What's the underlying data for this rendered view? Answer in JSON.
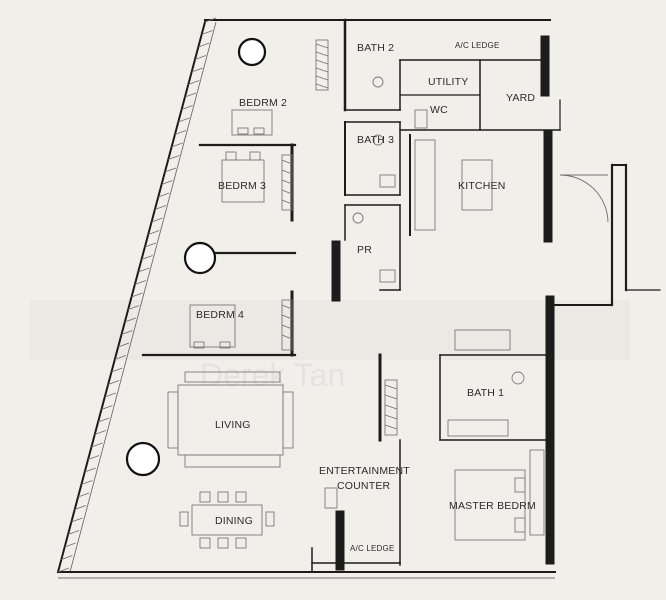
{
  "rooms": {
    "bath2": "BATH 2",
    "ac_ledge_top": "A/C LEDGE",
    "utility": "UTILITY",
    "yard": "YARD",
    "wc": "WC",
    "bedrm2": "BEDRM 2",
    "bath3": "BATH 3",
    "bedrm3": "BEDRM 3",
    "kitchen": "KITCHEN",
    "pr": "PR",
    "bedrm4": "BEDRM 4",
    "bath1": "BATH 1",
    "living": "LIVING",
    "entertainment_1": "ENTERTAINMENT",
    "entertainment_2": "COUNTER",
    "dining": "DINING",
    "master_bedrm": "MASTER BEDRM",
    "ac_ledge_bottom": "A/C LEDGE"
  },
  "watermark": "Derek Tan"
}
